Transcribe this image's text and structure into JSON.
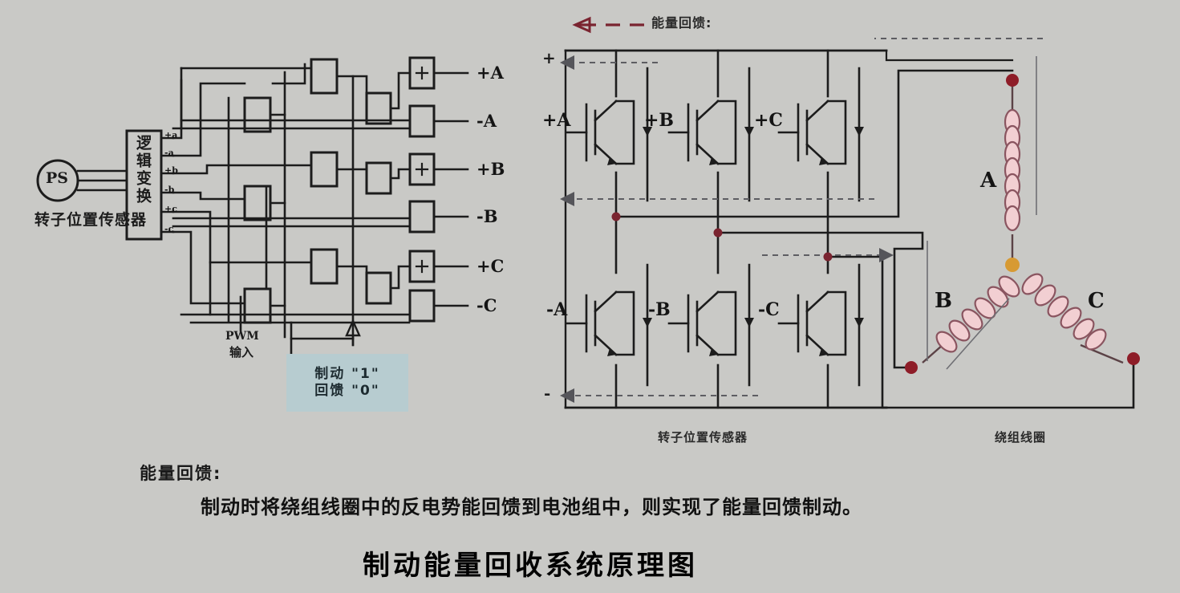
{
  "document": {
    "title": "制动能量回收系统原理图",
    "background_color": "#c9c9c6",
    "ink_color": "#1c1c1c"
  },
  "legend": {
    "arrow_icon": "dashed-left-arrow-icon",
    "arrow_color": "#7a2430",
    "label": "能量回馈:"
  },
  "left_circuit": {
    "sensor": {
      "node_label": "PS",
      "caption_line1": "转子位置传感器",
      "caption": "转子位置传感器"
    },
    "logic_block": {
      "label": "逻辑变换",
      "chars": [
        "逻",
        "辑",
        "变",
        "换"
      ]
    },
    "signals": [
      {
        "name": "+a"
      },
      {
        "name": "-a"
      },
      {
        "name": "+b"
      },
      {
        "name": "-b"
      },
      {
        "name": "+c"
      },
      {
        "name": "-c"
      }
    ],
    "outputs": [
      {
        "label": "+A",
        "has_plus_gate": true
      },
      {
        "label": "-A",
        "has_plus_gate": false
      },
      {
        "label": "+B",
        "has_plus_gate": true
      },
      {
        "label": "-B",
        "has_plus_gate": false
      },
      {
        "label": "+C",
        "has_plus_gate": true
      },
      {
        "label": "-C",
        "has_plus_gate": false
      }
    ],
    "pwm": {
      "label_line1": "PWM",
      "label_line2": "输入",
      "marker_icon": "triangle-marker-icon"
    },
    "callout": {
      "line1": "制动 \"1\"",
      "line2": "回馈 \"0\"",
      "fill_color": "#b7ccd0"
    }
  },
  "right_circuit": {
    "dc_bus": {
      "positive_label": "+",
      "negative_label": "-"
    },
    "upper_switches": [
      {
        "label": "+A"
      },
      {
        "label": "+B"
      },
      {
        "label": "+C"
      }
    ],
    "lower_switches": [
      {
        "label": "-A"
      },
      {
        "label": "-B"
      },
      {
        "label": "-C"
      }
    ],
    "caption": "转子位置传感器",
    "node_color": "#7a2430",
    "center_node_color": "#d79a33"
  },
  "motor": {
    "caption": "绕组线圈",
    "coil_color": "#f0c9cc",
    "coil_stroke": "#8a5560",
    "windings": [
      {
        "label": "A"
      },
      {
        "label": "B"
      },
      {
        "label": "C"
      }
    ]
  },
  "notes": {
    "heading": "能量回馈:",
    "body": "制动时将绕组线圈中的反电势能回馈到电池组中，则实现了能量回馈制动。"
  }
}
